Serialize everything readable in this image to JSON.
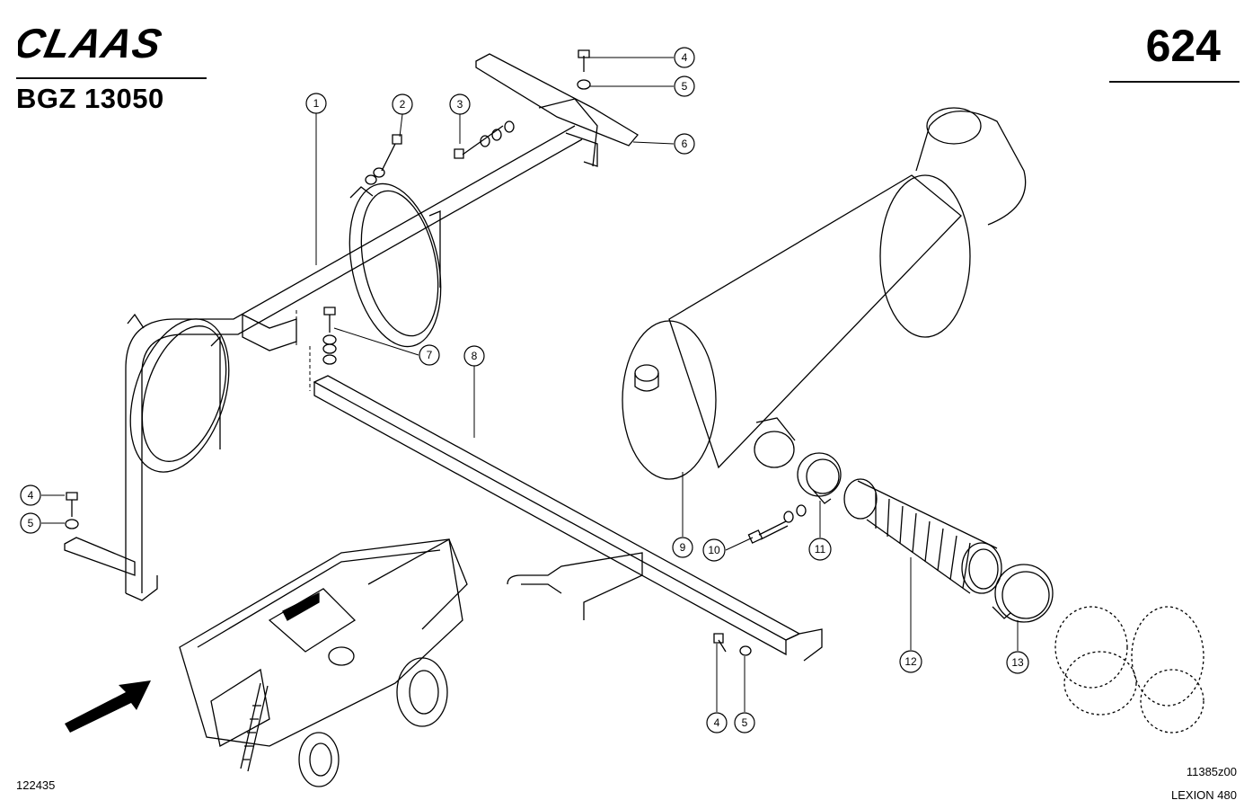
{
  "header": {
    "brand": "CLAAS",
    "group_code": "BGZ 13050",
    "page_number": "624"
  },
  "footer": {
    "left_code": "122435",
    "right_ref": "11385z00",
    "model": "LEXION 480"
  },
  "callouts": [
    {
      "id": "1",
      "label": "1"
    },
    {
      "id": "2",
      "label": "2"
    },
    {
      "id": "3",
      "label": "3"
    },
    {
      "id": "4a",
      "label": "4"
    },
    {
      "id": "5a",
      "label": "5"
    },
    {
      "id": "6",
      "label": "6"
    },
    {
      "id": "7",
      "label": "7"
    },
    {
      "id": "8",
      "label": "8"
    },
    {
      "id": "4b",
      "label": "4"
    },
    {
      "id": "5b",
      "label": "5"
    },
    {
      "id": "9",
      "label": "9"
    },
    {
      "id": "10",
      "label": "10"
    },
    {
      "id": "11",
      "label": "11"
    },
    {
      "id": "12",
      "label": "12"
    },
    {
      "id": "13",
      "label": "13"
    },
    {
      "id": "4c",
      "label": "4"
    },
    {
      "id": "5c",
      "label": "5"
    }
  ]
}
